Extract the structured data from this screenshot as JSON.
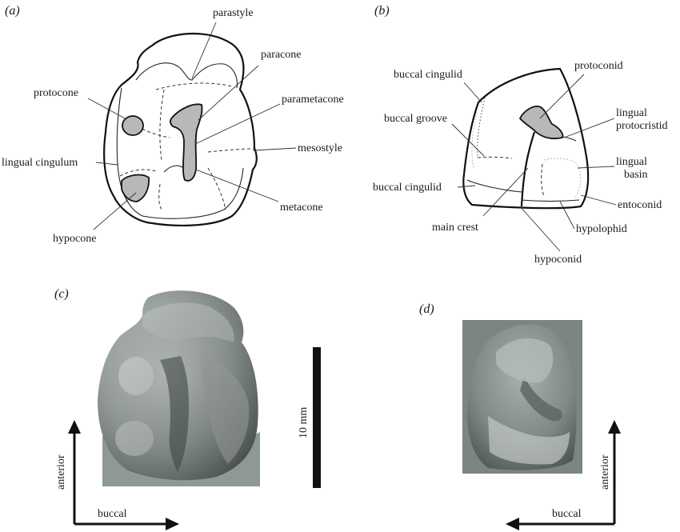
{
  "panels": {
    "a": {
      "letter": "(a)",
      "labels": {
        "parastyle": "parastyle",
        "paracone": "paracone",
        "protocone": "protocone",
        "parametacone": "parametacone",
        "mesostyle": "mesostyle",
        "lingual_cingulum": "lingual cingulum",
        "metacone": "metacone",
        "hypocone": "hypocone"
      }
    },
    "b": {
      "letter": "(b)",
      "labels": {
        "protoconid": "protoconid",
        "buccal_cingulid_top": "buccal cingulid",
        "lingual_protocristid_1": "lingual",
        "lingual_protocristid_2": "protocristid",
        "buccal_groove": "buccal groove",
        "lingual_basin_1": "lingual",
        "lingual_basin_2": "basin",
        "buccal_cingulid_bottom": "buccal cingulid",
        "entoconid": "entoconid",
        "main_crest": "main crest",
        "hypolophid": "hypolophid",
        "hypoconid": "hypoconid"
      }
    },
    "c": {
      "letter": "(c)",
      "scale_bar_label": "10 mm",
      "axis_vertical": "anterior",
      "axis_horizontal": "buccal"
    },
    "d": {
      "letter": "(d)",
      "axis_vertical": "anterior",
      "axis_horizontal": "buccal"
    }
  },
  "colors": {
    "cusp_fill": "#b8b8b8",
    "tooth_render_dark": "#5a6462",
    "tooth_render_light": "#c9cfcc",
    "arrow": "#111111"
  }
}
